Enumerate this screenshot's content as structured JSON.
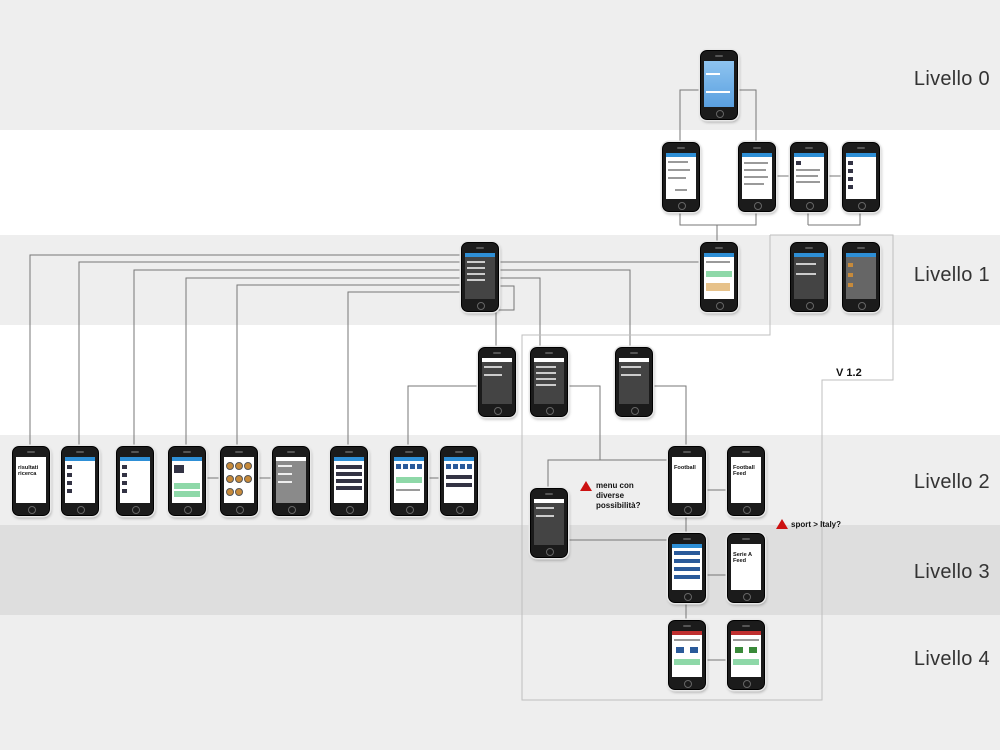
{
  "levels": {
    "l0": "Livello 0",
    "l1": "Livello 1",
    "l2": "Livello 2",
    "l3": "Livello 3",
    "l4": "Livello 4"
  },
  "version_label": "V 1.2",
  "screens": {
    "risultati": "risultati ricerca",
    "football": "Football",
    "football_feed": "Football Feed",
    "seriea_feed": "Serie A Feed"
  },
  "notes": {
    "menu": "menu con diverse possibilità?",
    "sport": "sport > Italy?"
  },
  "colors": {
    "band": "#eeeeee",
    "band_dark": "#dedede",
    "line": "#777777",
    "accent_blue": "#2e8fd6",
    "warning_red": "#cc1111"
  }
}
